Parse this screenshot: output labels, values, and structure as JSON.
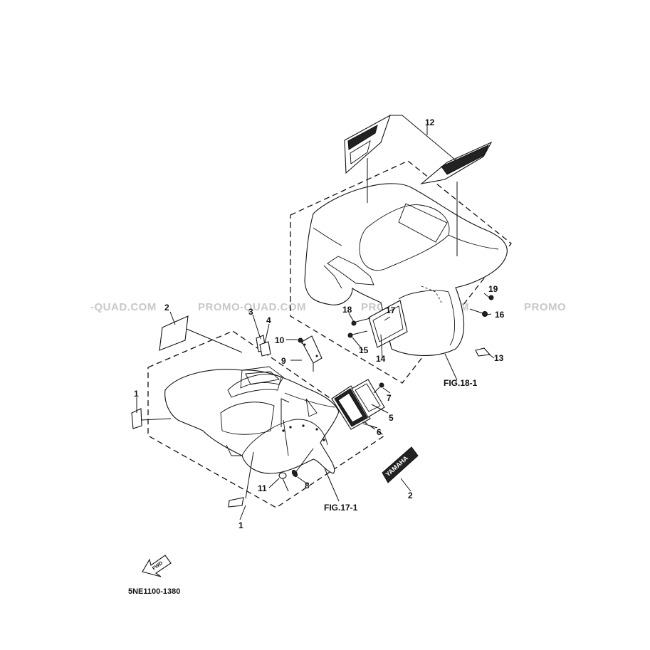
{
  "watermarks": [
    "-QUAD.COM",
    "PROMO-QUAD.COM",
    "PROMO-QUAD.COM",
    "PROMO"
  ],
  "callouts": {
    "c1a": "1",
    "c1b": "1",
    "c2a": "2",
    "c2b": "2",
    "c3": "3",
    "c4": "4",
    "c5": "5",
    "c6": "6",
    "c7": "7",
    "c8": "8",
    "c9": "9",
    "c10": "10",
    "c11": "11",
    "c12": "12",
    "c13": "13",
    "c14": "14",
    "c15": "15",
    "c16": "16",
    "c17": "17",
    "c18": "18",
    "c19": "19"
  },
  "figure_refs": {
    "front": "FIG.17-1",
    "rear": "FIG.18-1"
  },
  "decals": {
    "side_text": "YAMAHA",
    "arrow_text": "FWD"
  },
  "diagram_code": "5NE1100-1380"
}
